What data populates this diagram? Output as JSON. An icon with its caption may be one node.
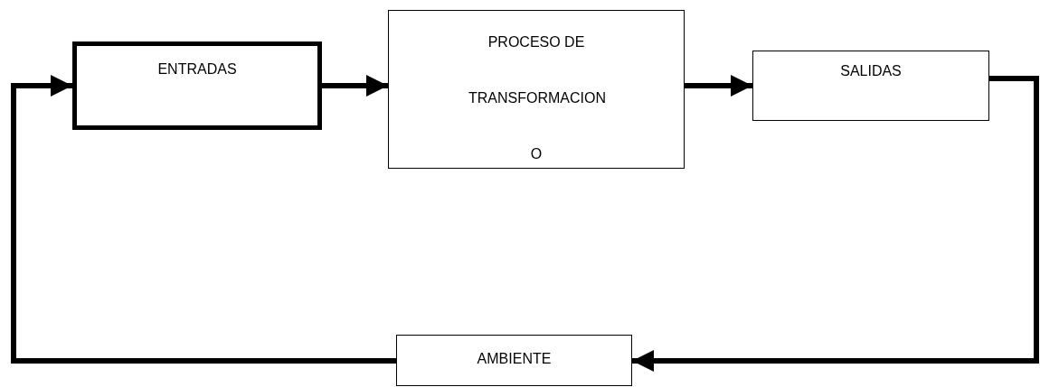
{
  "diagram": {
    "nodes": [
      {
        "text": [
          "ENTRADAS"
        ]
      },
      {
        "text": [
          "PROCESO DE TRANSFORMACION O"
        ]
      },
      {
        "text": [
          "SALIDAS"
        ]
      },
      {
        "text": [
          "AMBIENTE"
        ]
      }
    ],
    "edges": [
      {
        "from": 0,
        "to": 1,
        "arrow": "to"
      },
      {
        "from": 1,
        "to": 2,
        "arrow": "to"
      },
      {
        "from": 2,
        "to": 3,
        "arrow": "to"
      },
      {
        "from": 3,
        "to": 0,
        "arrow": "to"
      }
    ]
  }
}
